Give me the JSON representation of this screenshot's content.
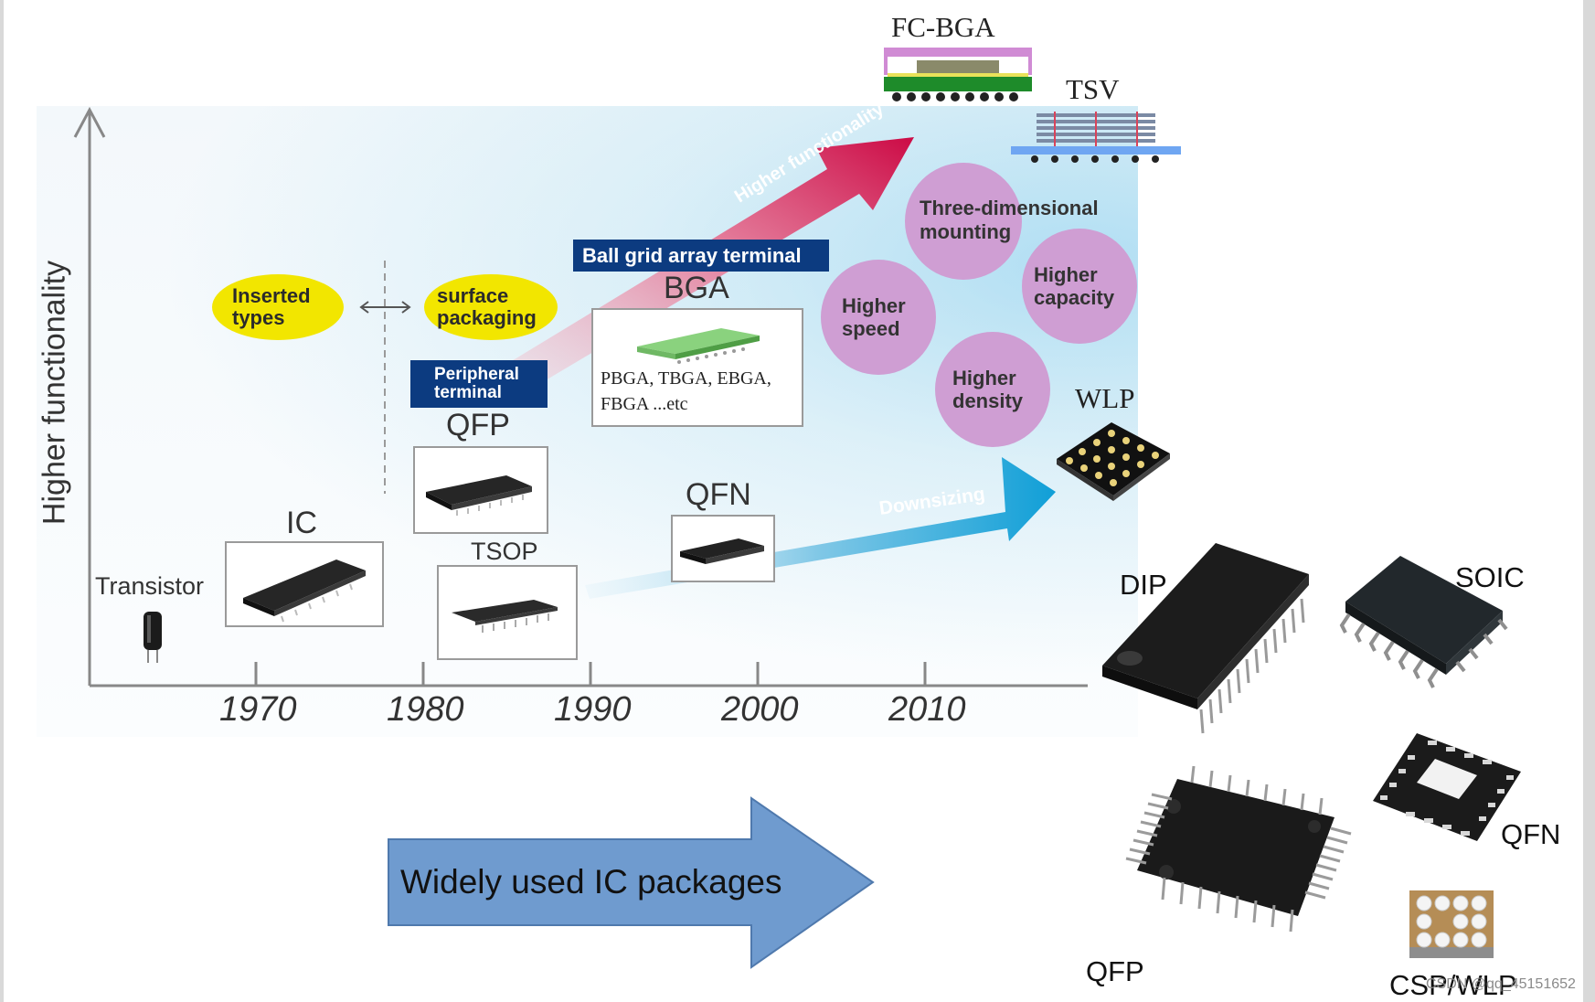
{
  "axis": {
    "y_label": "Higher functionality",
    "years": [
      "1970",
      "1980",
      "1990",
      "2000",
      "2010"
    ]
  },
  "boxes": {
    "transistor": "Transistor",
    "ic": "IC",
    "qfp": "QFP",
    "tsop": "TSOP",
    "qfn": "QFN",
    "bga": "BGA",
    "bga_types_line1": "PBGA, TBGA, EBGA,",
    "bga_types_line2": "FBGA  ...etc",
    "fc_bga": "FC-BGA",
    "tsv": "TSV",
    "wlp": "WLP"
  },
  "ovals": {
    "inserted": "Inserted types",
    "surface": "surface packaging"
  },
  "tags": {
    "peripheral": "Peripheral terminal",
    "ball_grid": "Ball grid array terminal"
  },
  "arrows": {
    "higher_functionality": "Higher functionality",
    "downsizing": "Downsizing",
    "widely_used": "Widely used IC packages"
  },
  "circles": {
    "three_d": "Three-dimensional mounting",
    "capacity": "Higher capacity",
    "speed": "Higher speed",
    "density": "Higher density"
  },
  "photos": {
    "dip": "DIP",
    "soic": "SOIC",
    "qfn": "QFN",
    "qfp": "QFP",
    "csp": "CSP/WLP"
  },
  "watermark": "CSDN @qq_45151652",
  "colors": {
    "navy": "#0c3b80",
    "yellow": "#f2e600",
    "pink_circle": "#cf9ed3",
    "crimson_arrow": "#d01456",
    "cyan_arrow": "#1aa6d8",
    "blue_arrow": "#6f9bcf"
  }
}
